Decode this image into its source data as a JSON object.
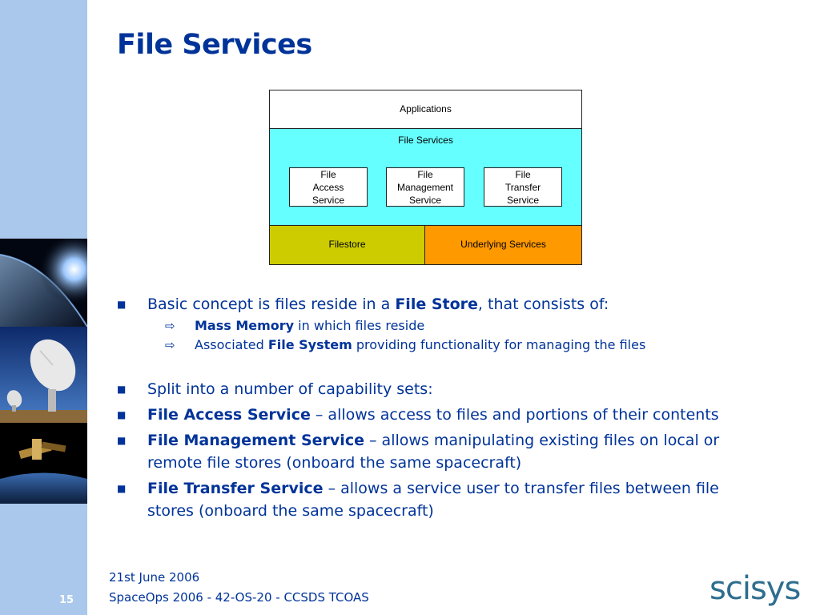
{
  "slide": {
    "title": "File Services",
    "page_number": "15"
  },
  "diagram": {
    "applications": "Applications",
    "file_services": "File Services",
    "services": [
      {
        "line1": "File",
        "line2": "Access",
        "line3": "Service"
      },
      {
        "line1": "File",
        "line2": "Management",
        "line3": "Service"
      },
      {
        "line1": "File",
        "line2": "Transfer",
        "line3": "Service"
      }
    ],
    "filestore": "Filestore",
    "underlying": "Underlying Services",
    "colors": {
      "file_services_bg": "#66ffff",
      "filestore_bg": "#cccc00",
      "underlying_bg": "#ff9900"
    }
  },
  "bullets": {
    "b1": {
      "pre": "Basic concept is files reside in a ",
      "bold": "File Store",
      "post": ", that consists of:"
    },
    "b1a": {
      "bold": "Mass Memory",
      "post": " in which files reside"
    },
    "b1b": {
      "pre": "Associated ",
      "bold": "File System",
      "post": " providing functionality for managing the files"
    },
    "b2": {
      "text": "Split into a number of capability sets:"
    },
    "b3": {
      "bold": "File Access Service",
      "post": " – allows access to files and portions of their contents"
    },
    "b4": {
      "bold": "File Management Service",
      "post": " – allows manipulating existing files on local or remote file stores (onboard the same spacecraft)"
    },
    "b5": {
      "bold": "File Transfer Service",
      "post": " – allows a service user to transfer files between file stores (onboard the same spacecraft)"
    }
  },
  "footer": {
    "date": "21st June 2006",
    "conference": "SpaceOps 2006 - 42-OS-20 - CCSDS TCOAS",
    "logo": "scisys"
  },
  "theme": {
    "text_color": "#003399",
    "sidebar_color": "#a9c8ec"
  }
}
